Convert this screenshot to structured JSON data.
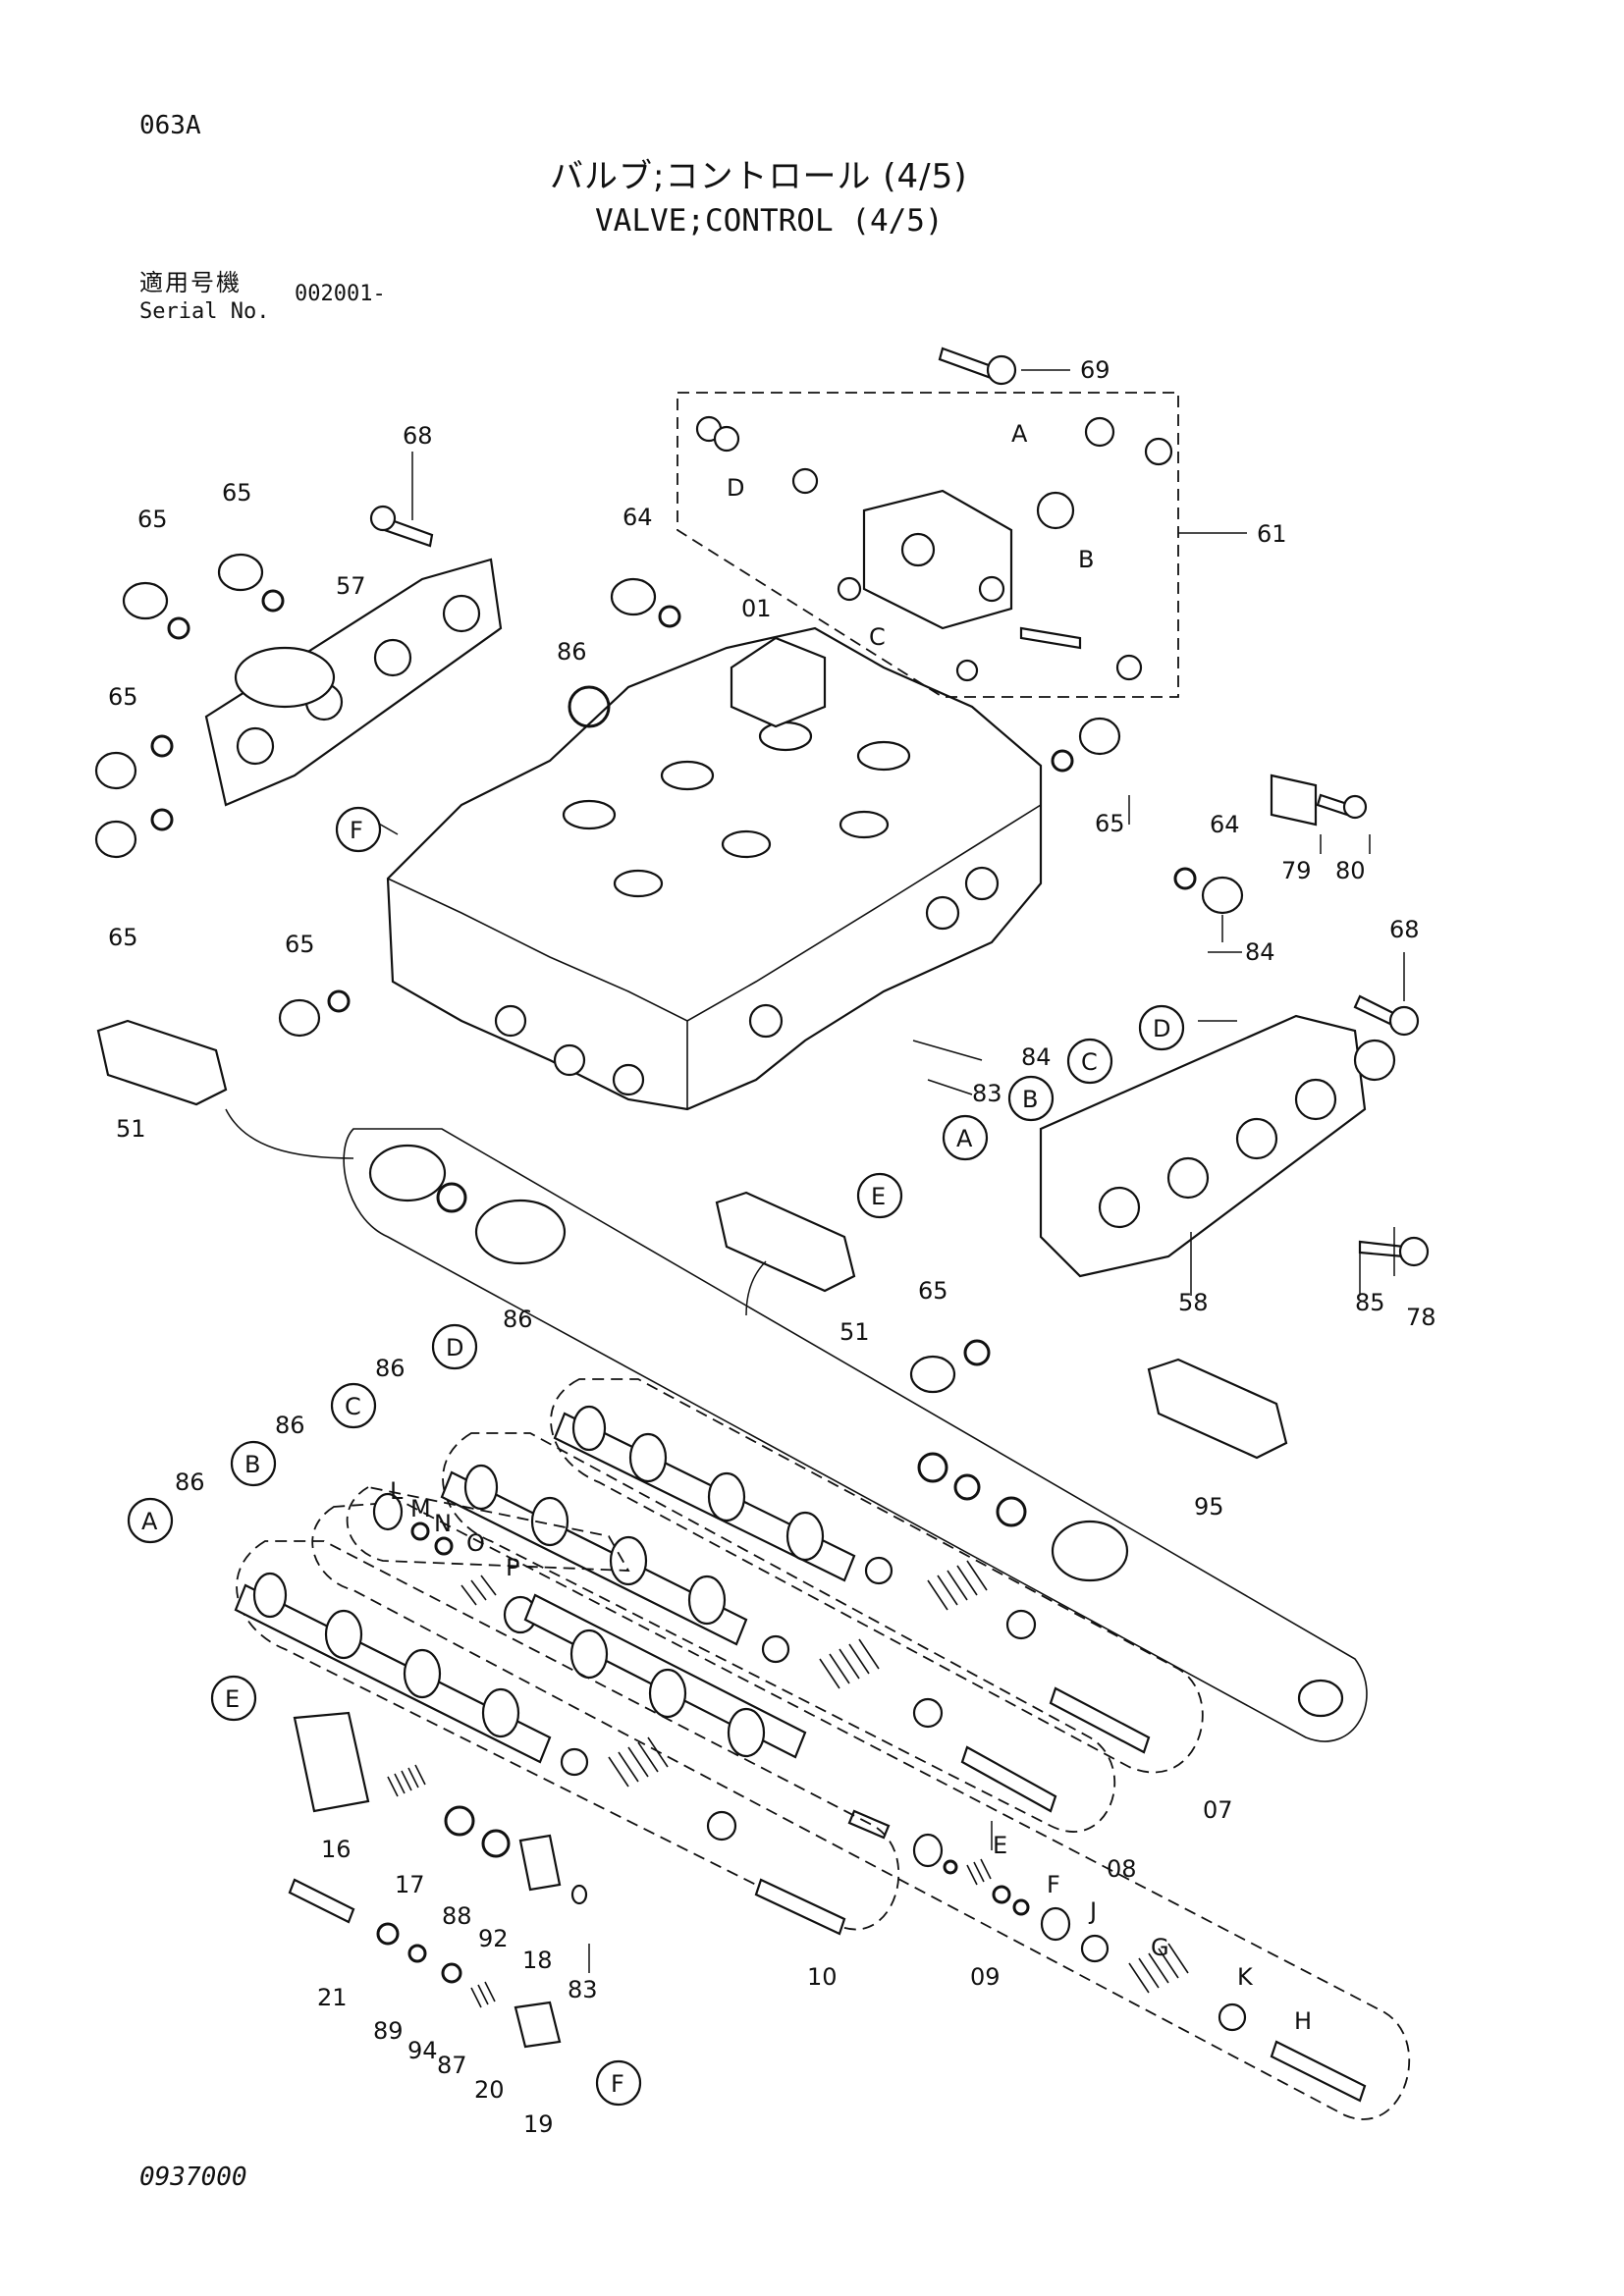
{
  "header": {
    "page_code": "063A",
    "title_jp": "バルブ;コントロール (4/5)",
    "title_en": "VALVE;CONTROL (4/5)",
    "serial_label_jp": "適用号機",
    "serial_label_en": "Serial No.",
    "serial_value": "002001-"
  },
  "footer": {
    "doc_number": "0937000"
  },
  "callouts": {
    "c01": "01",
    "c07": "07",
    "c08": "08",
    "c09": "09",
    "c10": "10",
    "c16": "16",
    "c17": "17",
    "c18": "18",
    "c19": "19",
    "c20": "20",
    "c21": "21",
    "c51a": "51",
    "c51b": "51",
    "c57": "57",
    "c58": "58",
    "c61": "61",
    "c64a": "64",
    "c64b": "64",
    "c65a": "65",
    "c65b": "65",
    "c65c": "65",
    "c65d": "65",
    "c65e": "65",
    "c65f": "65",
    "c65g": "65",
    "c68a": "68",
    "c68b": "68",
    "c69": "69",
    "c78": "78",
    "c79": "79",
    "c80": "80",
    "c83a": "83",
    "c83b": "83",
    "c84a": "84",
    "c84b": "84",
    "c85": "85",
    "c86a": "86",
    "c86b": "86",
    "c86c": "86",
    "c86d": "86",
    "c86e": "86",
    "c87": "87",
    "c88": "88",
    "c89": "89",
    "c92": "92",
    "c94": "94",
    "c95": "95"
  },
  "refs": {
    "A": "A",
    "B": "B",
    "C": "C",
    "D": "D",
    "E": "E",
    "F": "F",
    "G": "G",
    "H": "H",
    "J": "J",
    "K": "K",
    "L": "L",
    "M": "M",
    "N": "N",
    "O": "O",
    "P": "P"
  },
  "circle_refs": {
    "F_top": "F",
    "A_mid": "A",
    "B_mid": "B",
    "C_mid": "C",
    "D_mid": "D",
    "E_mid": "E",
    "D_ring": "D",
    "C_ring": "C",
    "B_ring": "B",
    "A_ring": "A",
    "E_low": "E",
    "F_low": "F"
  }
}
